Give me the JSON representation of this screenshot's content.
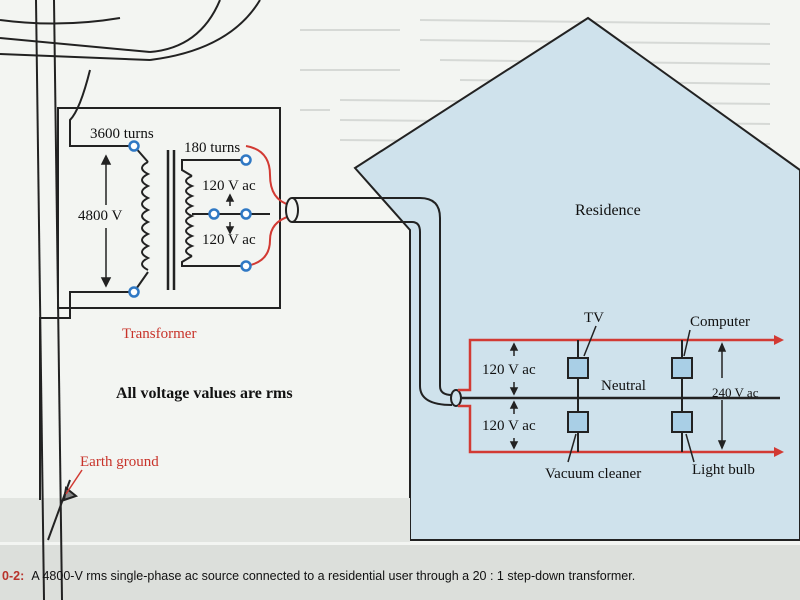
{
  "labels": {
    "primary_turns": "3600 turns",
    "secondary_turns": "180 turns",
    "primary_voltage": "4800 V",
    "secondary_upper": "120 V ac",
    "secondary_lower": "120 V ac",
    "transformer": "Transformer",
    "rms_note": "All voltage values are rms",
    "earth_ground": "Earth ground",
    "residence": "Residence",
    "tv": "TV",
    "computer": "Computer",
    "neutral": "Neutral",
    "load_upper": "120 V ac",
    "load_lower": "120 V ac",
    "split_total": "240 V ac",
    "vacuum": "Vacuum cleaner",
    "light_bulb": "Light bulb"
  },
  "caption": {
    "number": "0-2:",
    "text": "A 4800-V rms single-phase ac source connected to a residential user through a 20 : 1 step-down transformer."
  },
  "colors": {
    "hot_wire": "#d23a33",
    "wire": "#222222",
    "terminal": "#2f78c4",
    "load_box": "#a9cfe6",
    "residence_fill": "#cfe2ec",
    "page": "#f3f5f2",
    "caption_band": "#dcdfdb"
  }
}
